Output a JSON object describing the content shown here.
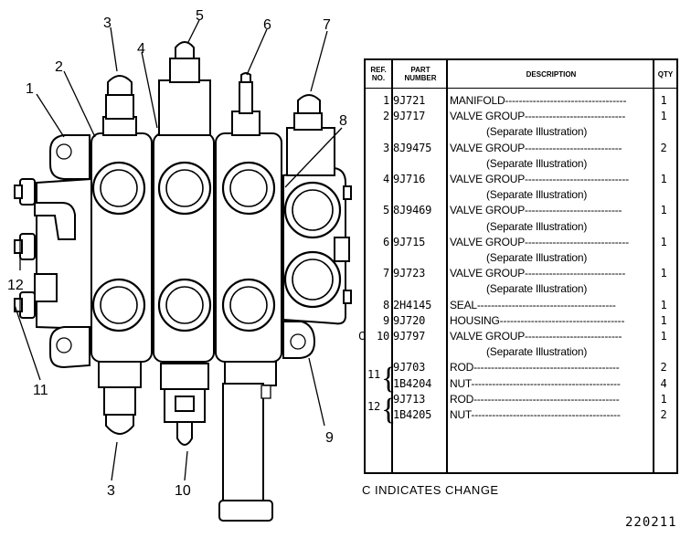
{
  "callouts": [
    {
      "id": "c1",
      "label": "1"
    },
    {
      "id": "c2",
      "label": "2"
    },
    {
      "id": "c3a",
      "label": "3"
    },
    {
      "id": "c4",
      "label": "4"
    },
    {
      "id": "c5",
      "label": "5"
    },
    {
      "id": "c6",
      "label": "6"
    },
    {
      "id": "c7",
      "label": "7"
    },
    {
      "id": "c8",
      "label": "8"
    },
    {
      "id": "c9",
      "label": "9"
    },
    {
      "id": "c10",
      "label": "10"
    },
    {
      "id": "c11",
      "label": "11"
    },
    {
      "id": "c12",
      "label": "12"
    },
    {
      "id": "c3b",
      "label": "3"
    }
  ],
  "table": {
    "headers": {
      "ref": "REF.\nNO.",
      "part": "PART\nNUMBER",
      "desc": "DESCRIPTION",
      "qty": "QTY"
    },
    "rows": [
      {
        "ref": "1",
        "part": "9J721",
        "desc": "MANIFOLD-----------------------------------",
        "qty": "1"
      },
      {
        "ref": "2",
        "part": "9J717",
        "desc": "VALVE GROUP-----------------------------",
        "qty": "1"
      },
      {
        "note": "(Separate Illustration)"
      },
      {
        "ref": "3",
        "part": "8J9475",
        "desc": "VALVE GROUP----------------------------",
        "qty": "2"
      },
      {
        "note": "(Separate Illustration)"
      },
      {
        "ref": "4",
        "part": "9J716",
        "desc": "VALVE GROUP------------------------------",
        "qty": "1"
      },
      {
        "note": "(Separate Illustration)"
      },
      {
        "ref": "5",
        "part": "8J9469",
        "desc": "VALVE GROUP----------------------------",
        "qty": "1"
      },
      {
        "note": "(Separate Illustration)"
      },
      {
        "ref": "6",
        "part": "9J715",
        "desc": "VALVE GROUP------------------------------",
        "qty": "1"
      },
      {
        "note": "(Separate Illustration)"
      },
      {
        "ref": "7",
        "part": "9J723",
        "desc": "VALVE GROUP-----------------------------",
        "qty": "1"
      },
      {
        "note": "(Separate Illustration)"
      },
      {
        "ref": "8",
        "part": "2H4145",
        "desc": "SEAL----------------------------------------",
        "qty": "1"
      },
      {
        "ref": "9",
        "part": "9J720",
        "desc": "HOUSING------------------------------------",
        "qty": "1"
      },
      {
        "change": "C",
        "ref": "10",
        "part": "9J797",
        "desc": "VALVE GROUP----------------------------",
        "qty": "1"
      },
      {
        "note": "(Separate Illustration)"
      },
      {
        "ref": "11",
        "part": "9J703",
        "desc": "ROD------------------------------------------",
        "qty": "2"
      },
      {
        "part": "1B4204",
        "desc": "NUT-------------------------------------------",
        "qty": "4"
      },
      {
        "ref": "12",
        "part": "9J713",
        "desc": "ROD------------------------------------------",
        "qty": "1"
      },
      {
        "part": "1B4205",
        "desc": "NUT-------------------------------------------",
        "qty": "2"
      }
    ]
  },
  "legend": "C INDICATES CHANGE",
  "figure_number": "220211"
}
